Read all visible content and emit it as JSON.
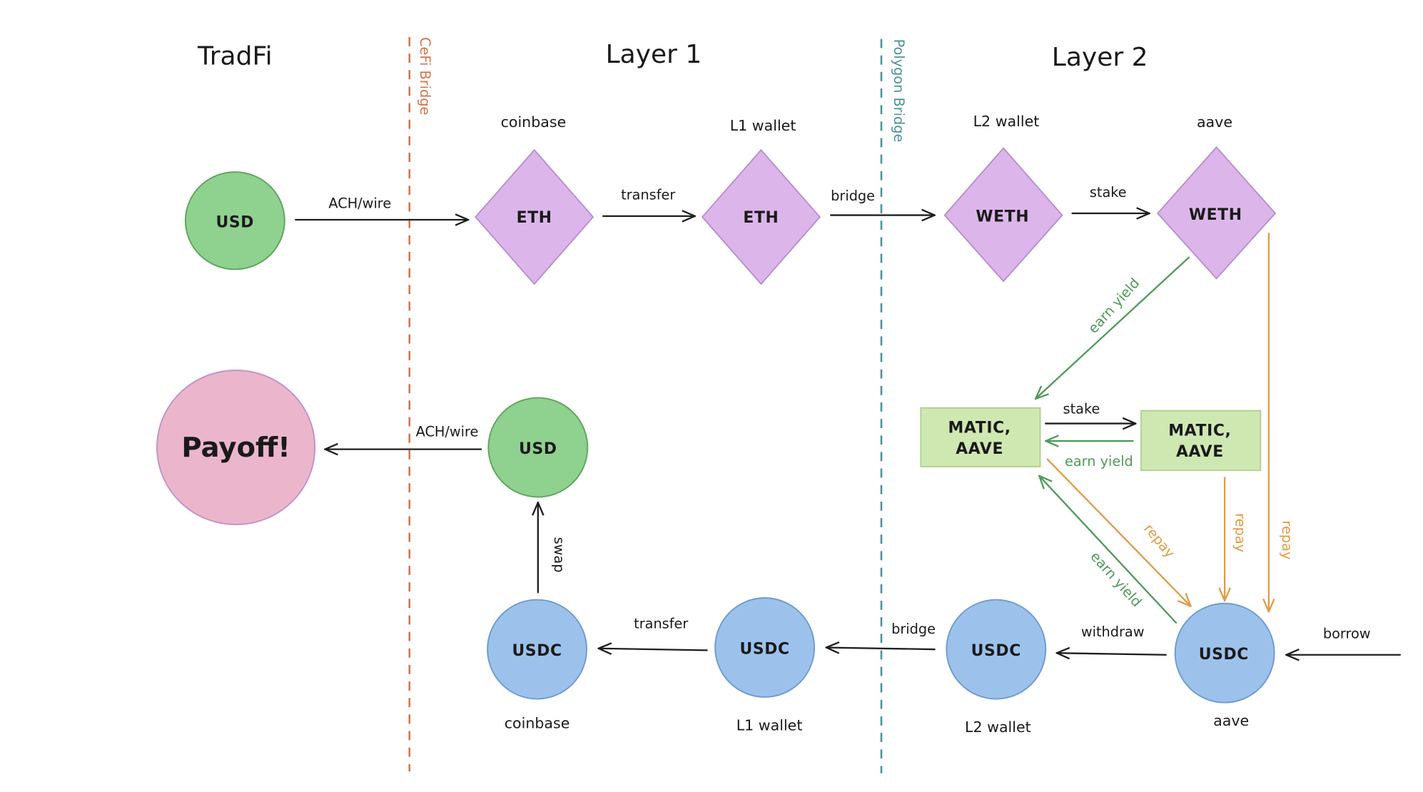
{
  "colors": {
    "usd_fill": "#8fd18f",
    "usd_stroke": "#5fa55f",
    "eth_fill": "#dcb6ea",
    "eth_stroke": "#b98fce",
    "usdc_fill": "#9cc2ec",
    "usdc_stroke": "#6f9bcf",
    "payoff_fill": "#ebb6cc",
    "payoff_stroke": "#c193c9",
    "matic_fill": "#cfe8b2",
    "matic_stroke": "#b1d18f",
    "black_arrow": "#1e1e1e",
    "green_arrow": "#4f9a5a",
    "orange_arrow": "#e39a45",
    "cefi_line": "#d0764a",
    "polygon_line": "#4c9297"
  },
  "sections": {
    "tradfi": "TradFi",
    "layer1": "Layer 1",
    "layer2": "Layer 2"
  },
  "bridges": {
    "cefi": "CeFi Bridge",
    "polygon": "Polygon Bridge"
  },
  "top_row": {
    "usd": {
      "label": "USD"
    },
    "eth_coinbase": {
      "label": "ETH",
      "caption": "coinbase"
    },
    "eth_l1": {
      "label": "ETH",
      "caption": "L1 wallet"
    },
    "weth_l2": {
      "label": "WETH",
      "caption": "L2 wallet"
    },
    "weth_aave": {
      "label": "WETH",
      "caption": "aave"
    }
  },
  "middle_row": {
    "payoff": {
      "label": "Payoff!"
    },
    "usd": {
      "label": "USD"
    },
    "matic_left": {
      "line1": "MATIC,",
      "line2": "AAVE"
    },
    "matic_right": {
      "line1": "MATIC,",
      "line2": "AAVE"
    }
  },
  "bottom_row": {
    "usdc_coinbase": {
      "label": "USDC",
      "caption": "coinbase"
    },
    "usdc_l1": {
      "label": "USDC",
      "caption": "L1 wallet"
    },
    "usdc_l2": {
      "label": "USDC",
      "caption": "L2 wallet"
    },
    "usdc_aave": {
      "label": "USDC",
      "caption": "aave"
    }
  },
  "edges": {
    "usd_to_eth": "ACH/wire",
    "eth_transfer": "transfer",
    "eth_bridge": "bridge",
    "weth_stake": "stake",
    "weth_earn_yield": "earn yield",
    "matic_stake": "stake",
    "matic_earn_yield": "earn yield",
    "repay_diag": "repay",
    "repay_matic": "repay",
    "repay_weth": "repay",
    "usdc_earn_yield": "earn yield",
    "borrow": "borrow",
    "withdraw": "withdraw",
    "usdc_bridge": "bridge",
    "usdc_transfer": "transfer",
    "swap": "swap",
    "usd_to_payoff": "ACH/wire"
  }
}
